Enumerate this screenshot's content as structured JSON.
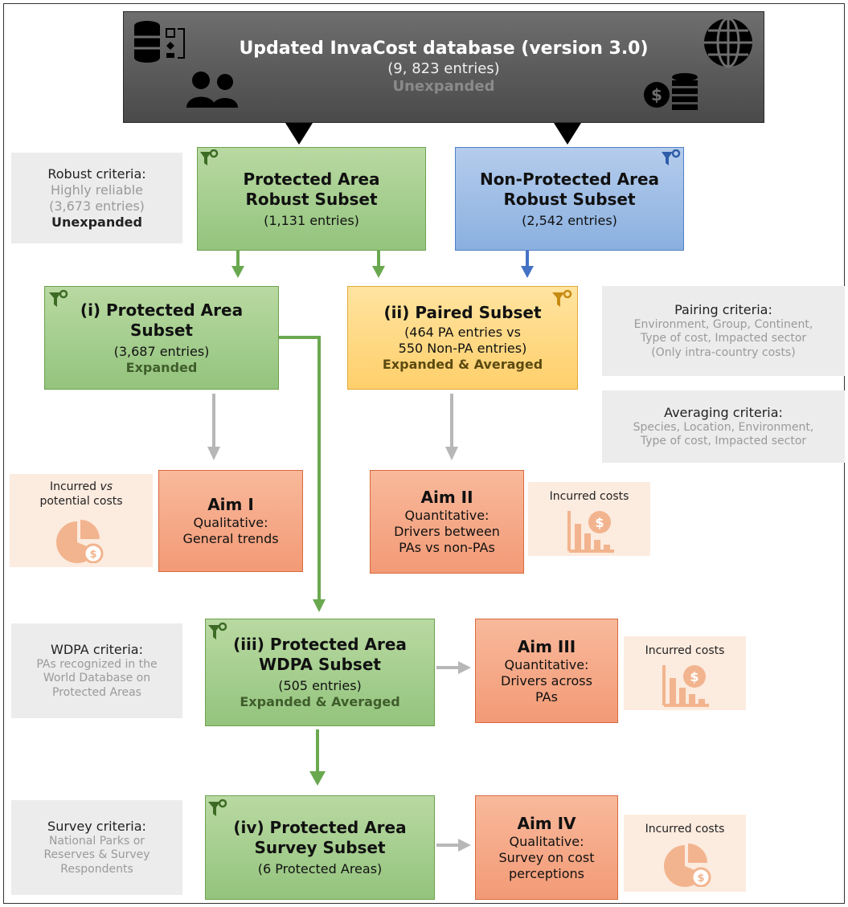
{
  "top": {
    "title": "Updated InvaCost database  (version 3.0)",
    "entries": "(9, 823 entries)",
    "status": "Unexpanded"
  },
  "pa_robust": {
    "line1": "Protected Area",
    "line2": "Robust Subset",
    "entries": "(1,131 entries)"
  },
  "npa_robust": {
    "line1": "Non-Protected Area",
    "line2": "Robust Subset",
    "entries": "(2,542 entries)"
  },
  "robust_criteria": {
    "title": "Robust criteria:",
    "line1": "Highly reliable",
    "line2": "(3,673 entries)",
    "status": "Unexpanded"
  },
  "subset_i": {
    "line1": "(i) Protected Area",
    "line2": "Subset",
    "entries": "(3,687 entries)",
    "status": "Expanded"
  },
  "subset_ii": {
    "line1": "(ii) Paired Subset",
    "line2": "(464 PA entries vs",
    "line3": "550 Non-PA entries)",
    "status": "Expanded & Averaged"
  },
  "pairing_criteria": {
    "title": "Pairing criteria:",
    "lines": [
      "Environment, Group, Continent,",
      "Type of cost, Impacted sector",
      "(Only intra-country costs)"
    ]
  },
  "averaging_criteria": {
    "title": "Averaging criteria:",
    "lines": [
      "Species, Location, Environment,",
      "Type of cost, Impacted sector"
    ]
  },
  "aim1": {
    "title": "Aim I",
    "line1": "Qualitative:",
    "line2": "General trends"
  },
  "aim1_note": {
    "line1_a": "Incurred ",
    "line1_b": "vs",
    "line2": "potential costs"
  },
  "aim2": {
    "title": "Aim II",
    "line1": "Quantitative:",
    "line2": "Drivers between",
    "line3": "PAs vs non-PAs"
  },
  "aim2_note": {
    "label": "Incurred costs"
  },
  "wdpa_criteria": {
    "title": "WDPA criteria:",
    "lines": [
      "PAs recognized in the",
      "World Database on",
      "Protected Areas"
    ]
  },
  "subset_iii": {
    "line1": "(iii) Protected Area",
    "line2": "WDPA Subset",
    "entries": "(505 entries)",
    "status": "Expanded & Averaged"
  },
  "aim3": {
    "title": "Aim III",
    "line1": "Quantitative:",
    "line2": "Drivers across",
    "line3": "PAs"
  },
  "aim3_note": {
    "label": "Incurred costs"
  },
  "survey_criteria": {
    "title": "Survey criteria:",
    "lines": [
      "National Parks or",
      "Reserves & Survey",
      "Respondents"
    ]
  },
  "subset_iv": {
    "line1": "(iv) Protected Area",
    "line2": "Survey Subset",
    "entries": "(6 Protected Areas)"
  },
  "aim4": {
    "title": "Aim IV",
    "line1": "Qualitative:",
    "line2": "Survey on cost",
    "line3": "perceptions"
  },
  "aim4_note": {
    "label": "Incurred costs"
  },
  "icons": [
    "database-icon",
    "users-icon",
    "globe-icon",
    "coins-icon",
    "filter-gear-icon",
    "pie-chart-dollar-icon",
    "bar-chart-dollar-icon"
  ],
  "colors": {
    "green": "#93c47d",
    "blue": "#8ab0e0",
    "yellow": "#ffcf6b",
    "orange": "#f39a76",
    "dark": "#4a4a4a",
    "arrow_green": "#6aa84f",
    "arrow_blue": "#4472c4",
    "arrow_grey": "#b7b7b7"
  }
}
